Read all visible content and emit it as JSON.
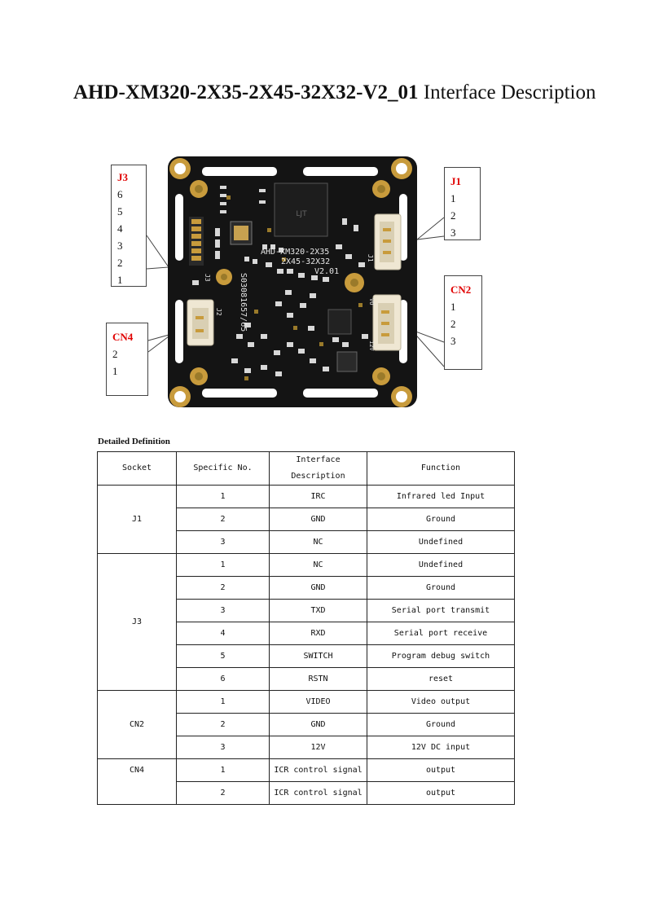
{
  "title": {
    "bold": "AHD-XM320-2X35-2X45-32X32-V2_01",
    "rest": "Interface Description"
  },
  "board": {
    "silk_model_1": "AHD-XM320-2X35",
    "silk_model_2": "2X45-32X32",
    "silk_version": "V2.01",
    "silk_serial": "S03081657/65",
    "silk_j1": "J1",
    "silk_j2": "J2",
    "silk_j3": "J3",
    "silk_12v": "12V",
    "silk_vo": "VO",
    "colors": {
      "pcb": "#141414",
      "gold": "#c89b3c",
      "connector": "#efe7d3"
    }
  },
  "callouts": {
    "j3": {
      "label": "J3",
      "pins": [
        "6",
        "5",
        "4",
        "3",
        "2",
        "1"
      ]
    },
    "j1": {
      "label": "J1",
      "pins": [
        "1",
        "2",
        "3"
      ]
    },
    "cn2": {
      "label": "CN2",
      "pins": [
        "1",
        "2",
        "3"
      ]
    },
    "cn4": {
      "label": "CN4",
      "pins": [
        "2",
        "1"
      ]
    },
    "label_color": "#e00000"
  },
  "detail_heading": "Detailed Definition",
  "table": {
    "headers": [
      "Socket",
      "Specific No.",
      "Interface Description",
      "Function"
    ],
    "groups": [
      {
        "socket": "J1",
        "rows": [
          {
            "no": "1",
            "desc": "IRC",
            "func": "Infrared led Input"
          },
          {
            "no": "2",
            "desc": "GND",
            "func": "Ground"
          },
          {
            "no": "3",
            "desc": "NC",
            "func": "Undefined"
          }
        ]
      },
      {
        "socket": "J3",
        "rows": [
          {
            "no": "1",
            "desc": "NC",
            "func": "Undefined"
          },
          {
            "no": "2",
            "desc": "GND",
            "func": "Ground"
          },
          {
            "no": "3",
            "desc": "TXD",
            "func": "Serial port transmit"
          },
          {
            "no": "4",
            "desc": "RXD",
            "func": "Serial port receive"
          },
          {
            "no": "5",
            "desc": "SWITCH",
            "func": "Program debug switch"
          },
          {
            "no": "6",
            "desc": "RSTN",
            "func": "reset"
          }
        ]
      },
      {
        "socket": "CN2",
        "rows": [
          {
            "no": "1",
            "desc": "VIDEO",
            "func": "Video output"
          },
          {
            "no": "2",
            "desc": "GND",
            "func": "Ground"
          },
          {
            "no": "3",
            "desc": "12V",
            "func": "12V DC input"
          }
        ]
      },
      {
        "socket": "CN4",
        "rows": [
          {
            "no": "1",
            "desc": "ICR control signal",
            "func": "output"
          },
          {
            "no": "2",
            "desc": "ICR control signal",
            "func": "output"
          }
        ]
      }
    ]
  }
}
